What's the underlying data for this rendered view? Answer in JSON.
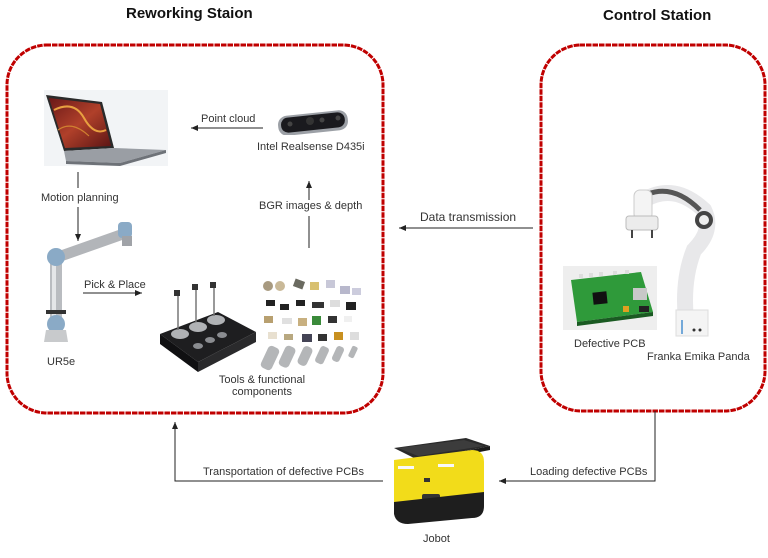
{
  "stations": {
    "reworking": {
      "title": "Reworking Staion"
    },
    "control": {
      "title": "Control Station"
    }
  },
  "colors": {
    "station_border": "#c00000",
    "arrow": "#222222"
  },
  "nodes": {
    "laptop": {
      "label": ""
    },
    "camera": {
      "label": "Intel Realsense D435i"
    },
    "ur5e": {
      "label": "UR5e"
    },
    "tools": {
      "label_line1": "Tools & functional",
      "label_line2": "components"
    },
    "pcb": {
      "label": "Defective PCB"
    },
    "panda": {
      "label": "Franka Emika Panda"
    },
    "jobot": {
      "label": "Jobot"
    }
  },
  "edges": {
    "point_cloud": "Point cloud",
    "motion_planning": "Motion planning",
    "pick_place": "Pick & Place",
    "bgr_depth": "BGR images & depth",
    "data_transmission": "Data transmission",
    "transportation": "Transportation of defective PCBs",
    "loading": "Loading defective PCBs"
  }
}
